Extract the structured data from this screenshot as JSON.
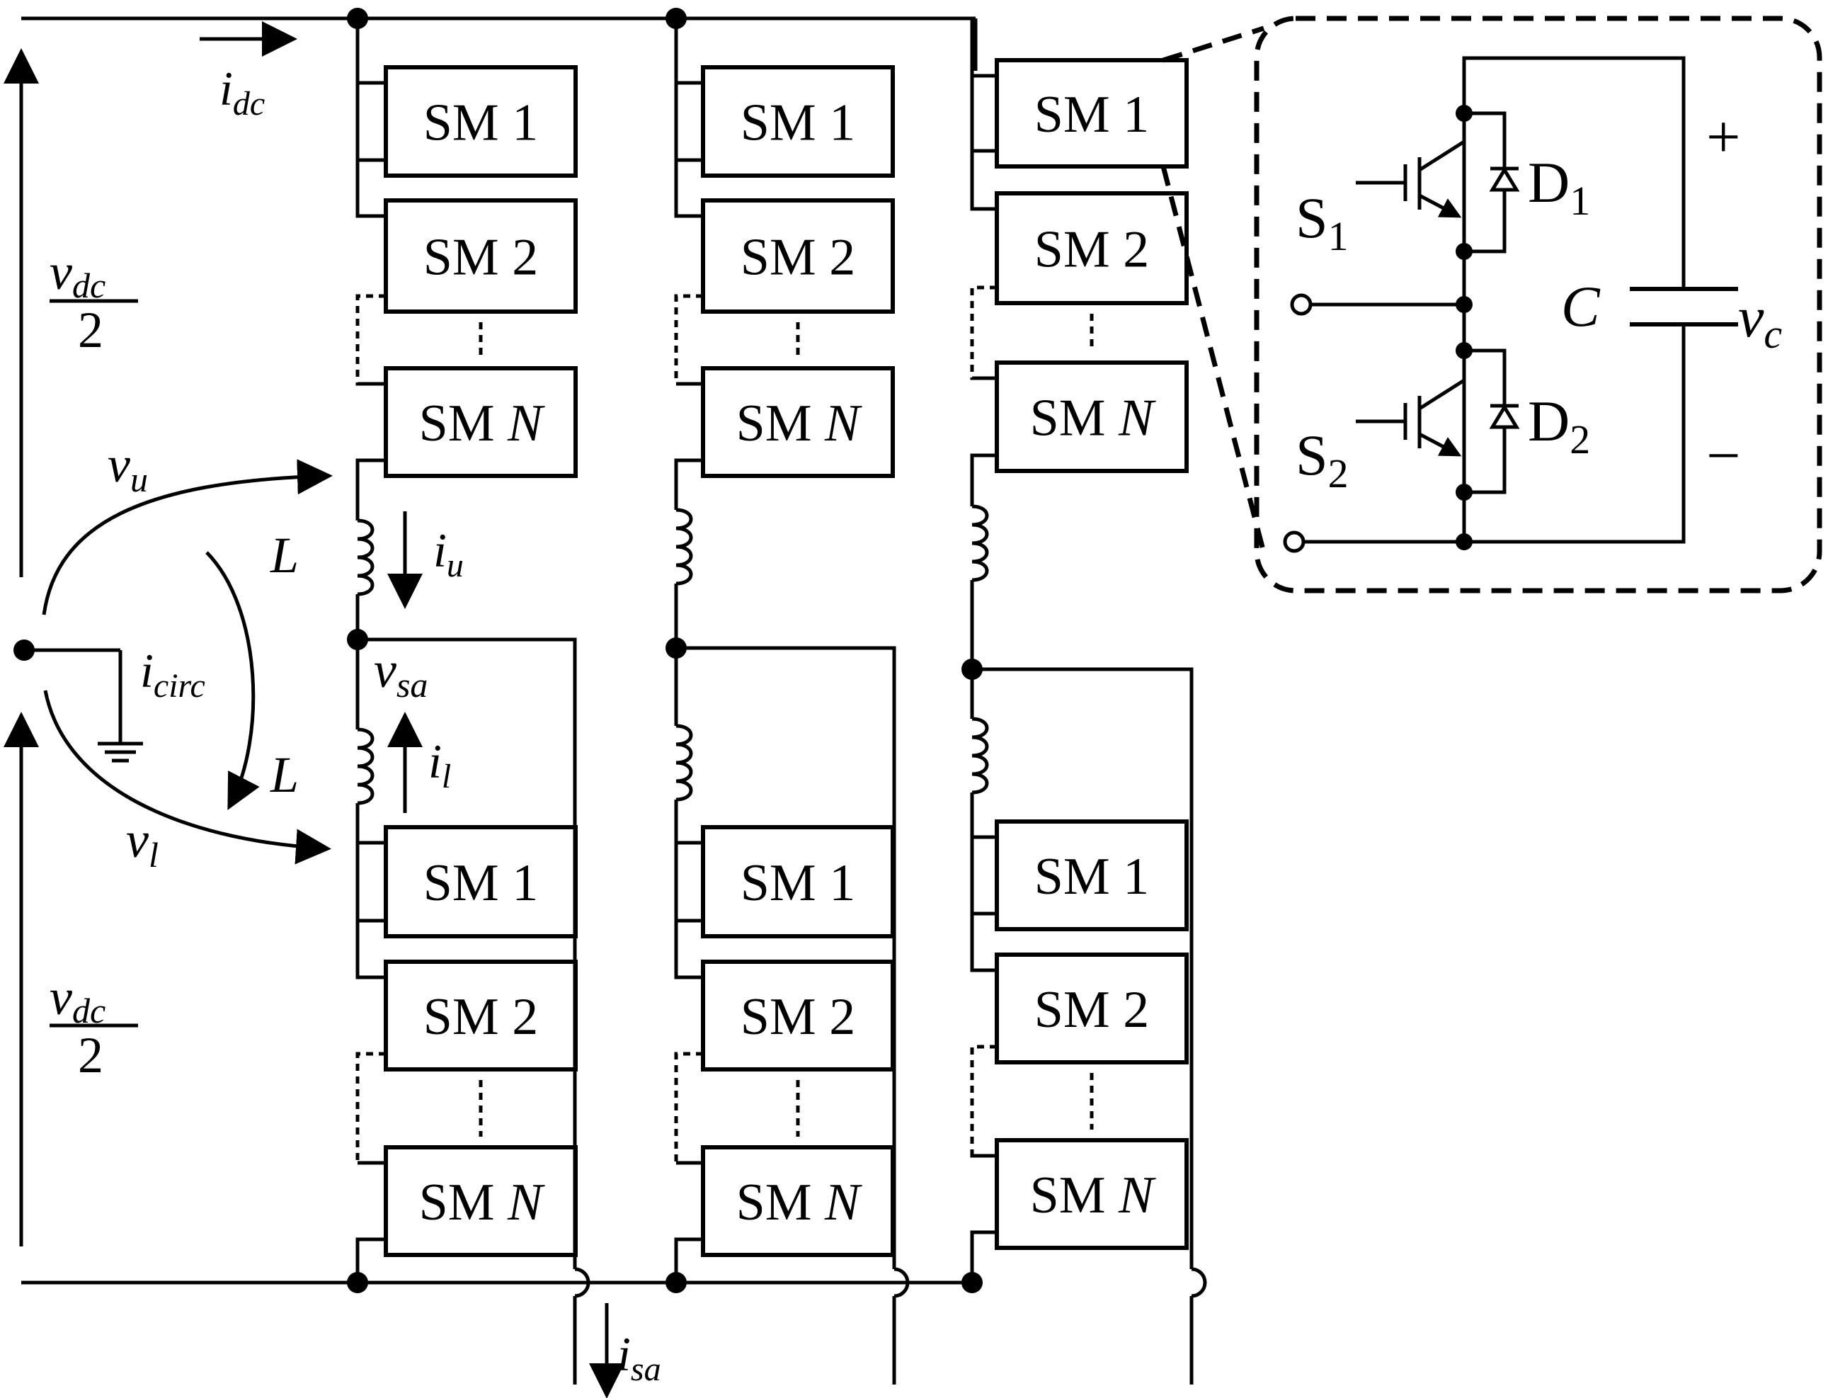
{
  "submodule_labels": [
    "SM 1",
    "SM 2",
    "SM N"
  ],
  "sm_prefix": "SM",
  "sm_n_symbol": "N",
  "dots": "⋮",
  "currents": {
    "i_dc": "i",
    "i_dc_sub": "dc",
    "i_u": "i",
    "i_u_sub": "u",
    "i_l": "i",
    "i_l_sub": "l",
    "i_circ": "i",
    "i_circ_sub": "circ",
    "i_sa": "i",
    "i_sa_sub": "sa"
  },
  "voltages": {
    "v_dc": "v",
    "v_dc_sub": "dc",
    "v_dc_den": "2",
    "v_u": "v",
    "v_u_sub": "u",
    "v_l": "v",
    "v_l_sub": "l",
    "v_sa": "v",
    "v_sa_sub": "sa",
    "v_c": "v",
    "v_c_sub": "c"
  },
  "inductor_label": "L",
  "capacitor_label": "C",
  "switches": {
    "s": "S",
    "s1": "1",
    "s2": "2",
    "d": "D",
    "d1": "1",
    "d2": "2"
  },
  "plus": "+",
  "minus": "−"
}
